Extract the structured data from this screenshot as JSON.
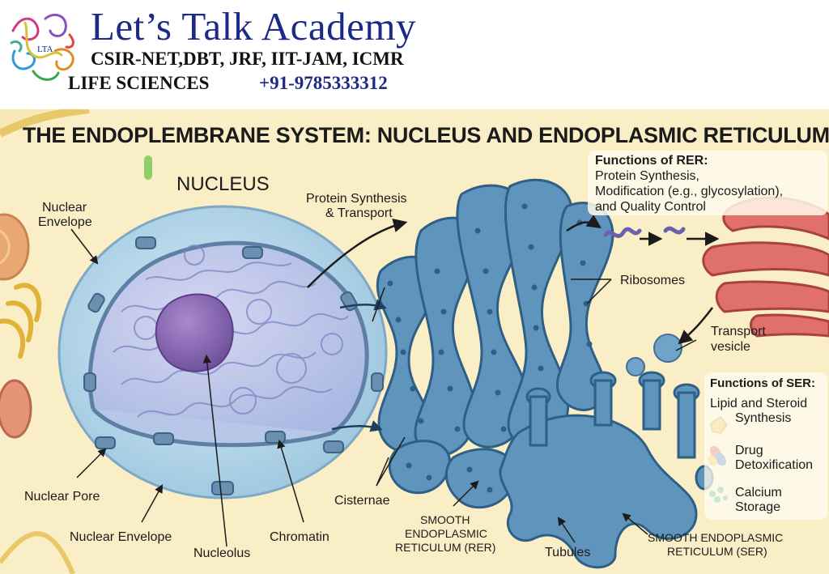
{
  "header": {
    "title": "Let’s Talk Academy",
    "exams": "CSIR-NET,DBT, JRF, IIT-JAM, ICMR",
    "subject": "LIFE SCIENCES",
    "phone": "+91-9785333312",
    "logo_text": "LTA"
  },
  "diagram": {
    "title": "THE ENDOPLEMBRANE SYSTEM: NUCLEUS AND ENDOPLASMIC RETICULUM",
    "nucleus_title": "NUCLEUS",
    "labels": {
      "nuclear_envelope_top_1": "Nuclear",
      "nuclear_envelope_top_2": "Envelope",
      "protein_synthesis_1": "Protein Synthesis",
      "protein_synthesis_2": "& Transport",
      "ribosomes": "Ribosomes",
      "transport_vesicle_1": "Transport",
      "transport_vesicle_2": "vesicle",
      "nuclear_pore": "Nuclear Pore",
      "nuclear_envelope_bottom": "Nuclear Envelope",
      "nucleolus": "Nucleolus",
      "chromatin": "Chromatin",
      "cisternae": "Cisternae",
      "rer_1": "SMOOTH",
      "rer_2": "ENDOPLASMIC",
      "rer_3": "RETICULUM (RER)",
      "tubules": "Tubules",
      "ser_1": "SMOOTH ENDOPLASMIC",
      "ser_2": "RETICULUM (SER)"
    },
    "rer_box": {
      "title": "Functions of RER:",
      "line1": "Protein Synthesis,",
      "line2": "Modification (e.g., glycosylation),",
      "line3": "and Quality Control"
    },
    "ser_box": {
      "title": "Functions of SER:",
      "item1_line1": "Lipid and Steroid",
      "item1_line2": "Synthesis",
      "item2_line1": "Drug",
      "item2_line2": "Detoxification",
      "item3_line1": "Calcium",
      "item3_line2": "Storage"
    }
  },
  "colors": {
    "brand_blue": "#1c2a86",
    "background": "#f7e9b6",
    "er_blue": "#4f86ad",
    "nucleus_fill": "#b8d7ea",
    "nucleolus": "#8a6bb0",
    "golgi_red": "#d2605a"
  }
}
